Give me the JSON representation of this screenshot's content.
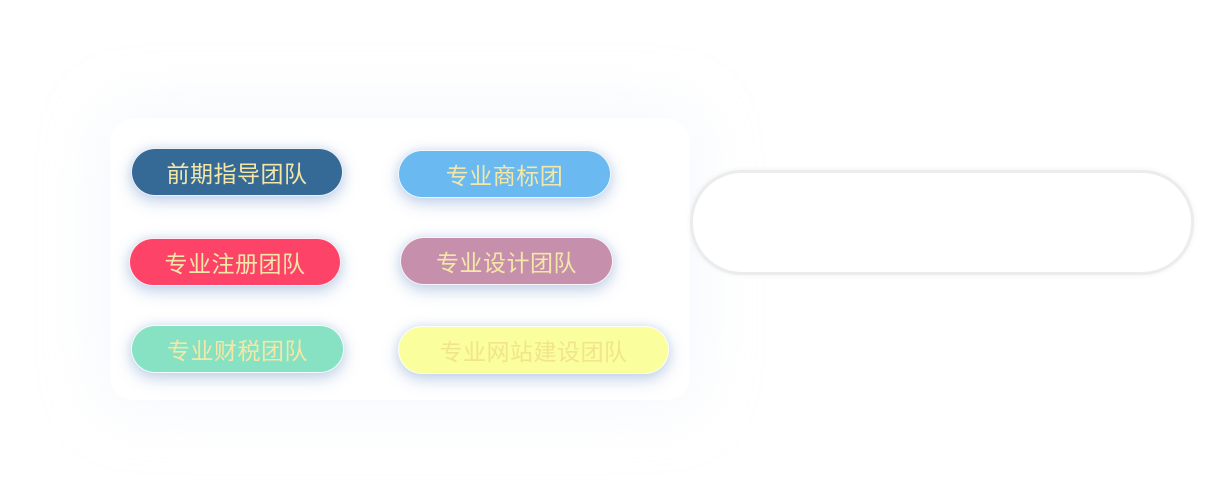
{
  "buttons": [
    {
      "id": "guidance",
      "label": "前期指导团队",
      "color": "#366a96"
    },
    {
      "id": "trademark",
      "label": "专业商标团",
      "color": "#6ab9f1"
    },
    {
      "id": "registration",
      "label": "专业注册团队",
      "color": "#fd4368"
    },
    {
      "id": "design",
      "label": "专业设计团队",
      "color": "#c690ac"
    },
    {
      "id": "finance-tax",
      "label": "专业财税团队",
      "color": "#86e2c3"
    },
    {
      "id": "website",
      "label": "专业网站建设团队",
      "color": "#fbfe9c"
    }
  ],
  "label_color": "#f4e7a7"
}
